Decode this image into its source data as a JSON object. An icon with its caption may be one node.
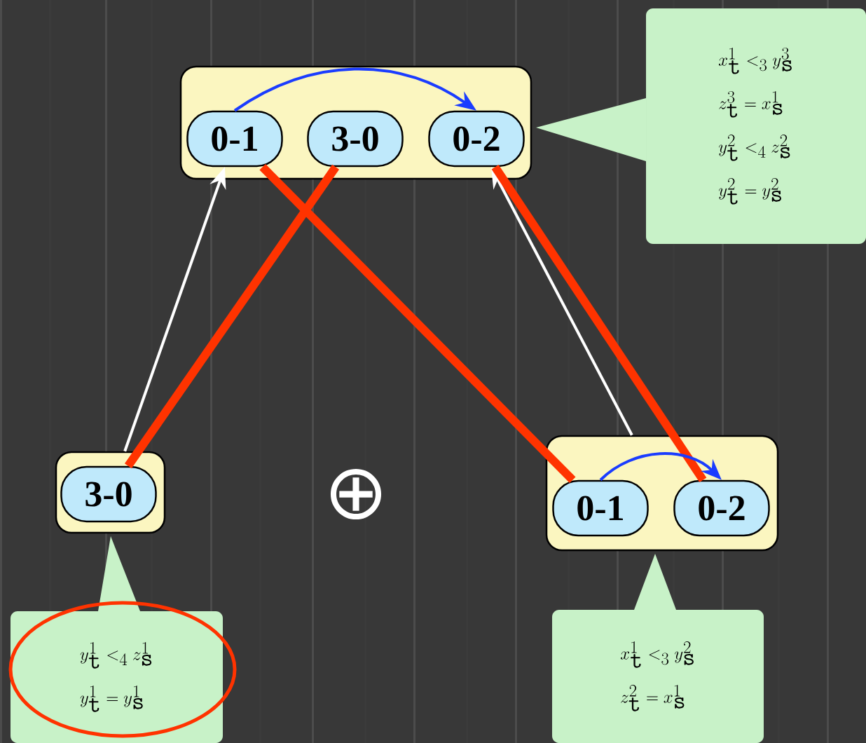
{
  "diagram": {
    "nodes": [
      {
        "text": [],
        "shape": "box"
      },
      {
        "text": [
          "0-1"
        ],
        "in": 0
      },
      {
        "text": [
          "3-0"
        ],
        "in": 0
      },
      {
        "text": [
          "0-2"
        ],
        "in": 0
      },
      {
        "text": [
          "x^{1}_{\\mathtt{t}} <_{3} y^{3}_{\\mathtt{s}}",
          "z^{3}_{\\mathtt{t}} = x^{1}_{\\mathtt{s}}",
          "y^{2}_{\\mathtt{t}} <_{4} z^{2}_{\\mathtt{s}}",
          "y^{2}_{\\mathtt{t}} = y^{2}_{\\mathtt{s}}"
        ]
      },
      {
        "text": [],
        "shape": "box"
      },
      {
        "text": [
          "3-0"
        ],
        "in": 5
      },
      {
        "text": [
          "y^{1}_{\\mathtt{t}} <_{4} z^{1}_{\\mathtt{s}}",
          "y^{1}_{\\mathtt{t}} = y^{1}_{\\mathtt{s}}"
        ]
      },
      {
        "text": [],
        "shape": "box"
      },
      {
        "text": [
          "0-1"
        ],
        "in": 8
      },
      {
        "text": [
          "0-2"
        ],
        "in": 8
      },
      {
        "text": [
          "x^{1}_{\\mathtt{t}} <_{3} y^{2}_{\\mathtt{s}}",
          "z^{2}_{\\mathtt{t}} = x^{1}_{\\mathtt{s}}"
        ]
      },
      {
        "text": [],
        "shape": "circle"
      }
    ],
    "edges": [
      {
        "from": 1,
        "to": 3,
        "arrow": "to",
        "color": "#1a3cff"
      },
      {
        "from": 5,
        "to": 1,
        "arrow": "to",
        "color": "#ffffff"
      },
      {
        "from": 8,
        "to": 3,
        "arrow": "to",
        "color": "#ffffff"
      },
      {
        "from": 2,
        "to": 6,
        "arrow": "none",
        "style": "thick",
        "color": "#ff3300"
      },
      {
        "from": 1,
        "to": 9,
        "arrow": "none",
        "style": "thick",
        "color": "#ff3300"
      },
      {
        "from": 3,
        "to": 10,
        "arrow": "none",
        "style": "thick",
        "color": "#ff3300"
      },
      {
        "from": 9,
        "to": 10,
        "arrow": "to",
        "color": "#1a3cff"
      }
    ],
    "labels": [
      "⊕"
    ]
  }
}
